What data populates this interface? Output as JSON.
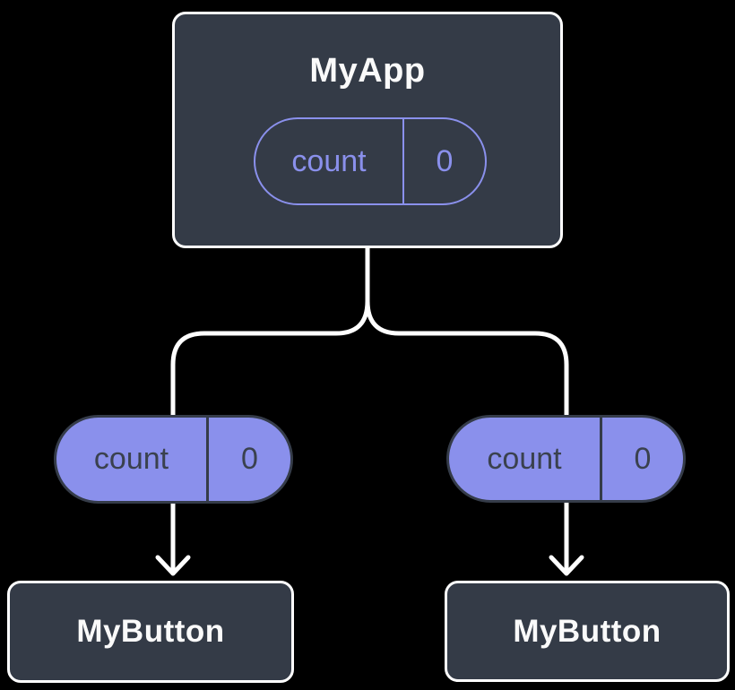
{
  "diagram": {
    "description": "Component tree: parent MyApp holds state count=0, passed down as props to two MyButton children",
    "background": "#000000",
    "palette": {
      "node_fill": "#343B47",
      "node_border": "#FFFFFF",
      "node_text": "#FAFAFA",
      "accent_purple": "#8A90EC",
      "pill_dark_text": "#3A414E",
      "connector_line": "#FFFFFF"
    },
    "tree": {
      "root": {
        "title": "MyApp",
        "state": {
          "name": "count",
          "value": "0"
        }
      },
      "children": [
        {
          "title": "MyButton",
          "prop": {
            "name": "count",
            "value": "0"
          }
        },
        {
          "title": "MyButton",
          "prop": {
            "name": "count",
            "value": "0"
          }
        }
      ]
    }
  }
}
